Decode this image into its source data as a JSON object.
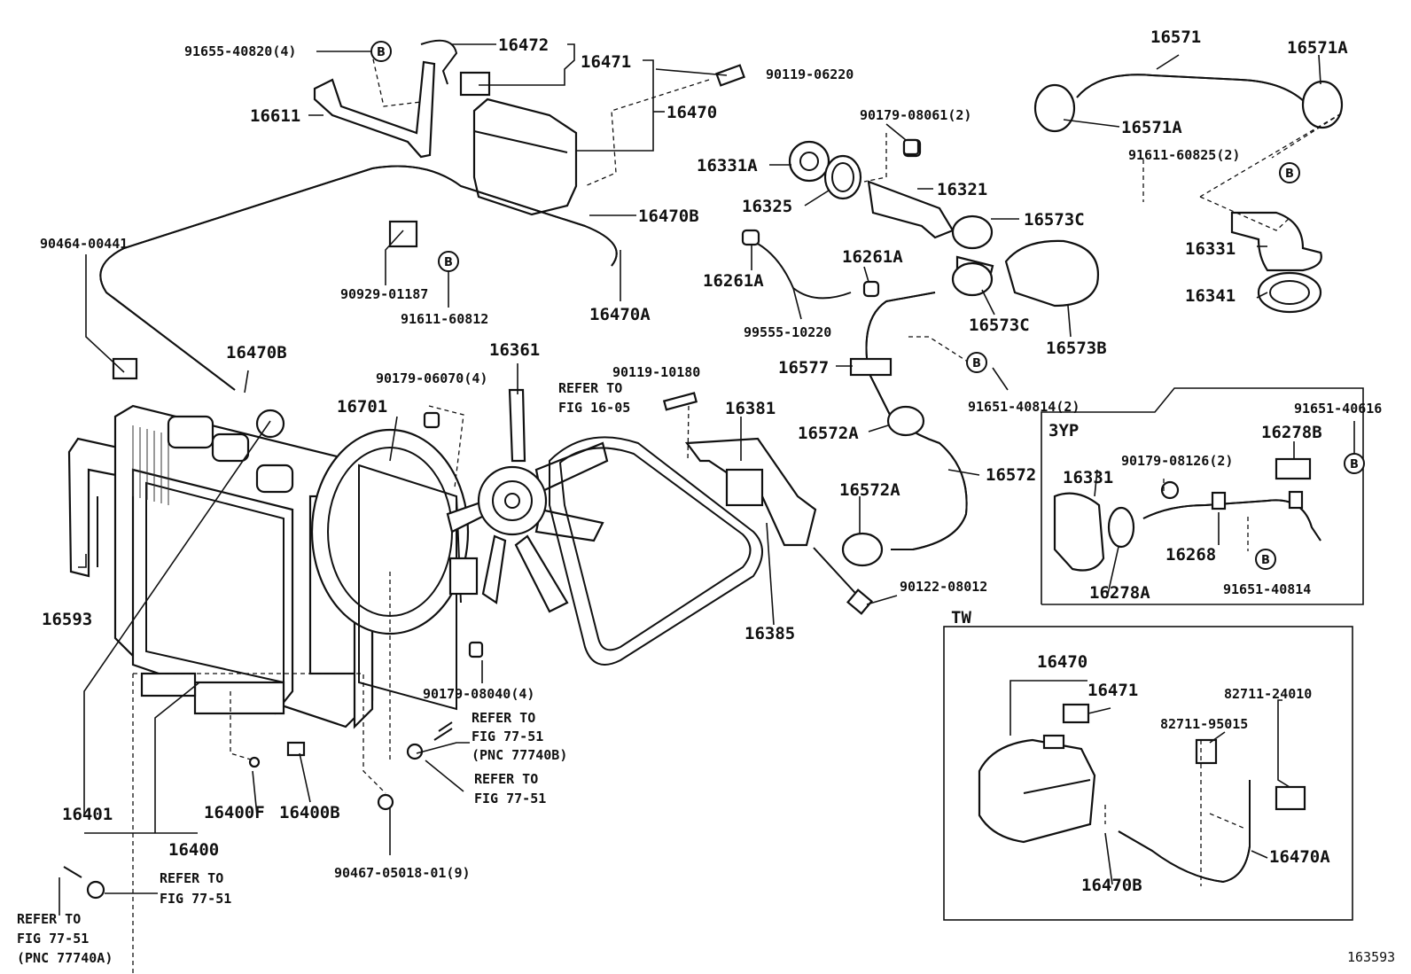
{
  "callout_symbol": "B",
  "labels": {
    "p91655_40820": "91655-40820(4)",
    "p16472": "16472",
    "p16471_top": "16471",
    "p90119_06220": "90119-06220",
    "p16611": "16611",
    "p16470_top": "16470",
    "p16470B_top": "16470B",
    "p90464_00441": "90464-00441",
    "p90929_01187": "90929-01187",
    "p91611_60812": "91611-60812",
    "p16470A_top": "16470A",
    "p16470B_mid": "16470B",
    "p16361": "16361",
    "p90179_06070": "90179-06070(4)",
    "p90119_10180": "90119-10180",
    "refer_16_05_a": "REFER TO",
    "refer_16_05_b": "FIG 16-05",
    "p16701": "16701",
    "p16381": "16381",
    "p16593": "16593",
    "p16385": "16385",
    "p90122_08012": "90122-08012",
    "p90179_08040": "90179-08040(4)",
    "refer_77740B_a": "REFER TO",
    "refer_77740B_b": "FIG 77-51",
    "refer_77740B_c": "(PNC 77740B)",
    "refer_77_51_a": "REFER TO",
    "refer_77_51_b": "FIG 77-51",
    "p16401": "16401",
    "p16400F": "16400F",
    "p16400B": "16400B",
    "p16400": "16400",
    "p90467_05018": "90467-05018-01(9)",
    "refer_bl_a": "REFER TO",
    "refer_bl_b": "FIG 77-51",
    "refer_77740A_a": "REFER TO",
    "refer_77740A_b": "FIG 77-51",
    "refer_77740A_c": "(PNC 77740A)",
    "p90179_08061": "90179-08061(2)",
    "p16331A": "16331A",
    "p16321": "16321",
    "p16325": "16325",
    "p16573C_a": "16573C",
    "p16261A_l": "16261A",
    "p16261A_r": "16261A",
    "p99555_10220": "99555-10220",
    "p16573C_b": "16573C",
    "p16573B": "16573B",
    "p16577": "16577",
    "p91651_40814_2": "91651-40814(2)",
    "p16572A_a": "16572A",
    "p16572": "16572",
    "p16572A_b": "16572A",
    "p16571": "16571",
    "p16571A_a": "16571A",
    "p16571A_b": "16571A",
    "p91611_60825": "91611-60825(2)",
    "p16331": "16331",
    "p16341": "16341",
    "box_3yp": "3YP",
    "p91651_40616": "91651-40616",
    "p16278B": "16278B",
    "p90179_08126": "90179-08126(2)",
    "p16331_3yp": "16331",
    "p16268": "16268",
    "p16278A": "16278A",
    "p91651_40814": "91651-40814",
    "box_tw": "TW",
    "p16470_tw": "16470",
    "p16471_tw": "16471",
    "p82711_24010": "82711-24010",
    "p82711_95015": "82711-95015",
    "p16470A_tw": "16470A",
    "p16470B_tw": "16470B",
    "figure_number": "163593"
  }
}
